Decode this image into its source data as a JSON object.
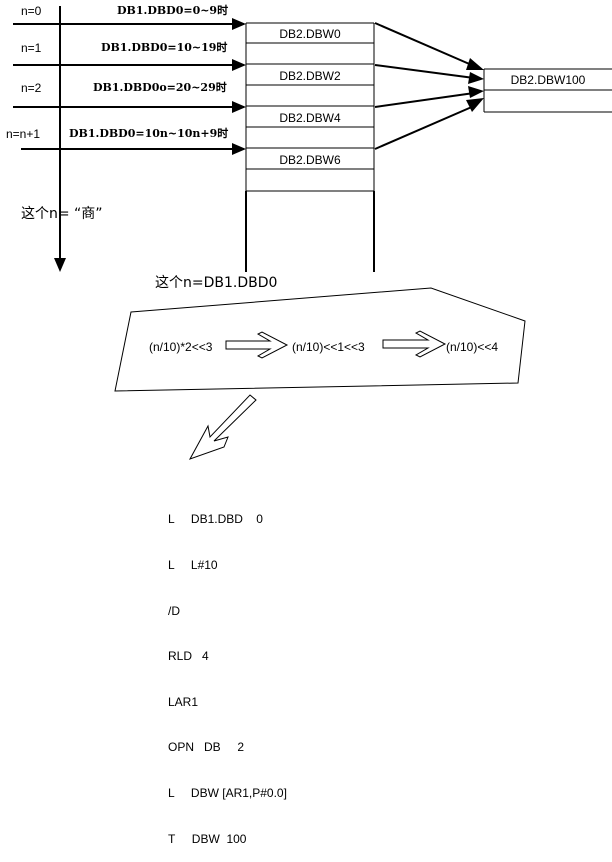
{
  "left_labels": [
    {
      "n": "n=0",
      "range": "DB1.DBD0=0~9时"
    },
    {
      "n": "n=1",
      "range": "DB1.DBD0=10~19时"
    },
    {
      "n": "n=2",
      "range": "DB1.DBD0o=20~29时"
    },
    {
      "n": "n=n+1",
      "range": "DB1.DBD0=10n~10n+9时"
    }
  ],
  "db2_cells": [
    "DB2.DBW0",
    "DB2.DBW2",
    "DB2.DBW4",
    "DB2.DBW6"
  ],
  "target_cell": "DB2.DBW100",
  "note_quotient": "这个n= “商”",
  "note_n": "这个n=DB1.DBD0",
  "formula": {
    "step1": "(n/10)*2<<3",
    "step2": "(n/10)<<1<<3",
    "step3": "(n/10)<<4"
  },
  "code_lines": [
    "L     DB1.DBD    0",
    "L     L#10",
    "/D",
    "RLD   4",
    "LAR1",
    "OPN   DB     2",
    "L     DBW [AR1,P#0.0]",
    "T     DBW  100"
  ]
}
